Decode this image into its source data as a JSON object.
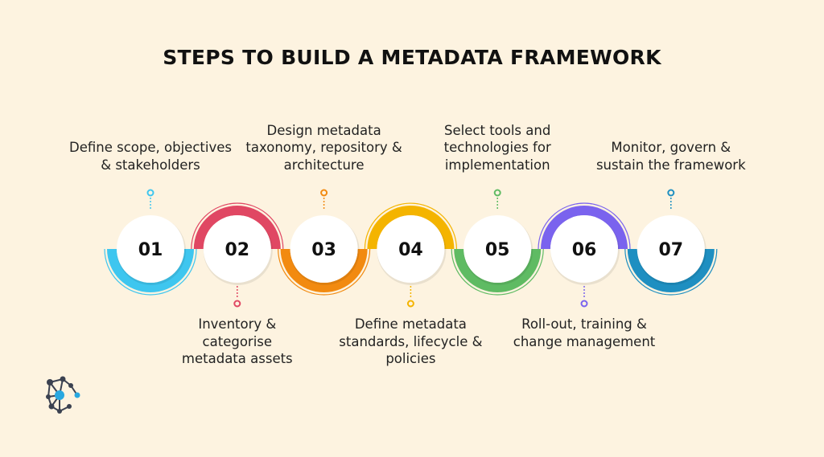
{
  "title": "STEPS TO BUILD A METADATA FRAMEWORK",
  "steps": [
    {
      "number": "01",
      "label": "Define scope, objectives\n& stakeholders",
      "position": "top",
      "color": "#3ec6ef"
    },
    {
      "number": "02",
      "label": "Inventory &\ncategorise\nmetadata assets",
      "position": "bottom",
      "color": "#e04763"
    },
    {
      "number": "03",
      "label": "Design metadata\ntaxonomy, repository &\narchitecture",
      "position": "top",
      "color": "#f28a10"
    },
    {
      "number": "04",
      "label": "Define metadata\nstandards, lifecycle &\npolicies",
      "position": "bottom",
      "color": "#f4b400"
    },
    {
      "number": "05",
      "label": "Select tools and\ntechnologies for\nimplementation",
      "position": "top",
      "color": "#5fbb63"
    },
    {
      "number": "06",
      "label": "Roll-out, training &\nchange management",
      "position": "bottom",
      "color": "#7a63ee"
    },
    {
      "number": "07",
      "label": "Monitor, govern &\nsustain the framework",
      "position": "top",
      "color": "#1e8fc1"
    }
  ],
  "logo": {
    "icon": "network-node-logo-icon",
    "colors": [
      "#3b4150",
      "#29a8e0"
    ]
  }
}
